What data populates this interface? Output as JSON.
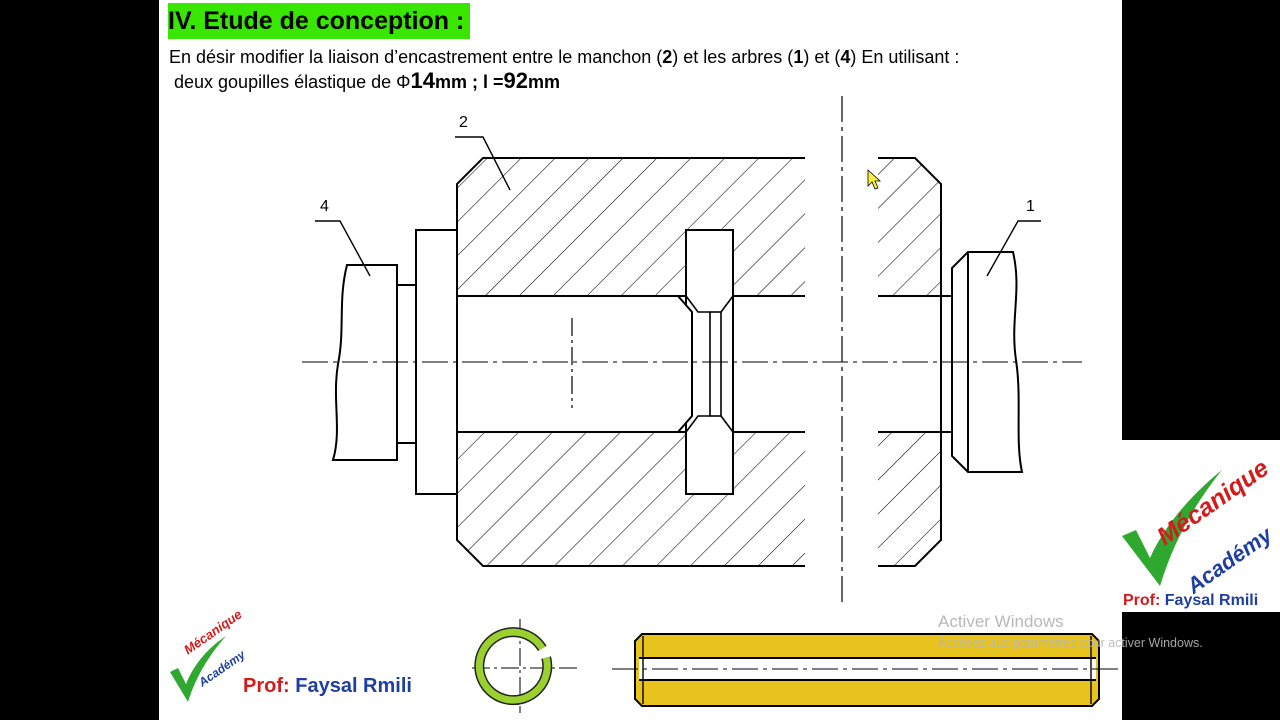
{
  "title": "IV. Etude de conception :",
  "intro": {
    "line1_a": "En désir modifier la liaison d’encastrement entre le manchon (",
    "line1_n2": "2",
    "line1_b": ") et les arbres (",
    "line1_n1": "1",
    "line1_c": ") et (",
    "line1_n4": "4",
    "line1_d": ") En utilisant :",
    "line2_a": "deux goupilles élastique de Φ",
    "line2_d": "14",
    "line2_unit1": "mm ; ",
    "line2_l": "l =",
    "line2_len": "92",
    "line2_unit2": "mm"
  },
  "callouts": {
    "part2": "2",
    "part4": "4",
    "part1": "1"
  },
  "watermark": {
    "title": "Activer Windows",
    "subtitle": "Accédez aux paramètres pour activer Windows."
  },
  "branding": {
    "logo_word1": "Mécanique",
    "logo_word2": "Académy",
    "prof_label": "Prof:",
    "prof_name": "Faysal Rmili"
  },
  "colors": {
    "title_bg": "#39e600",
    "pin_fill": "#e8c31e",
    "ring_stroke": "#9bd12f",
    "logo_red": "#d31b1b",
    "logo_blue": "#1f3fa0",
    "logo_green": "#2ea82e"
  }
}
